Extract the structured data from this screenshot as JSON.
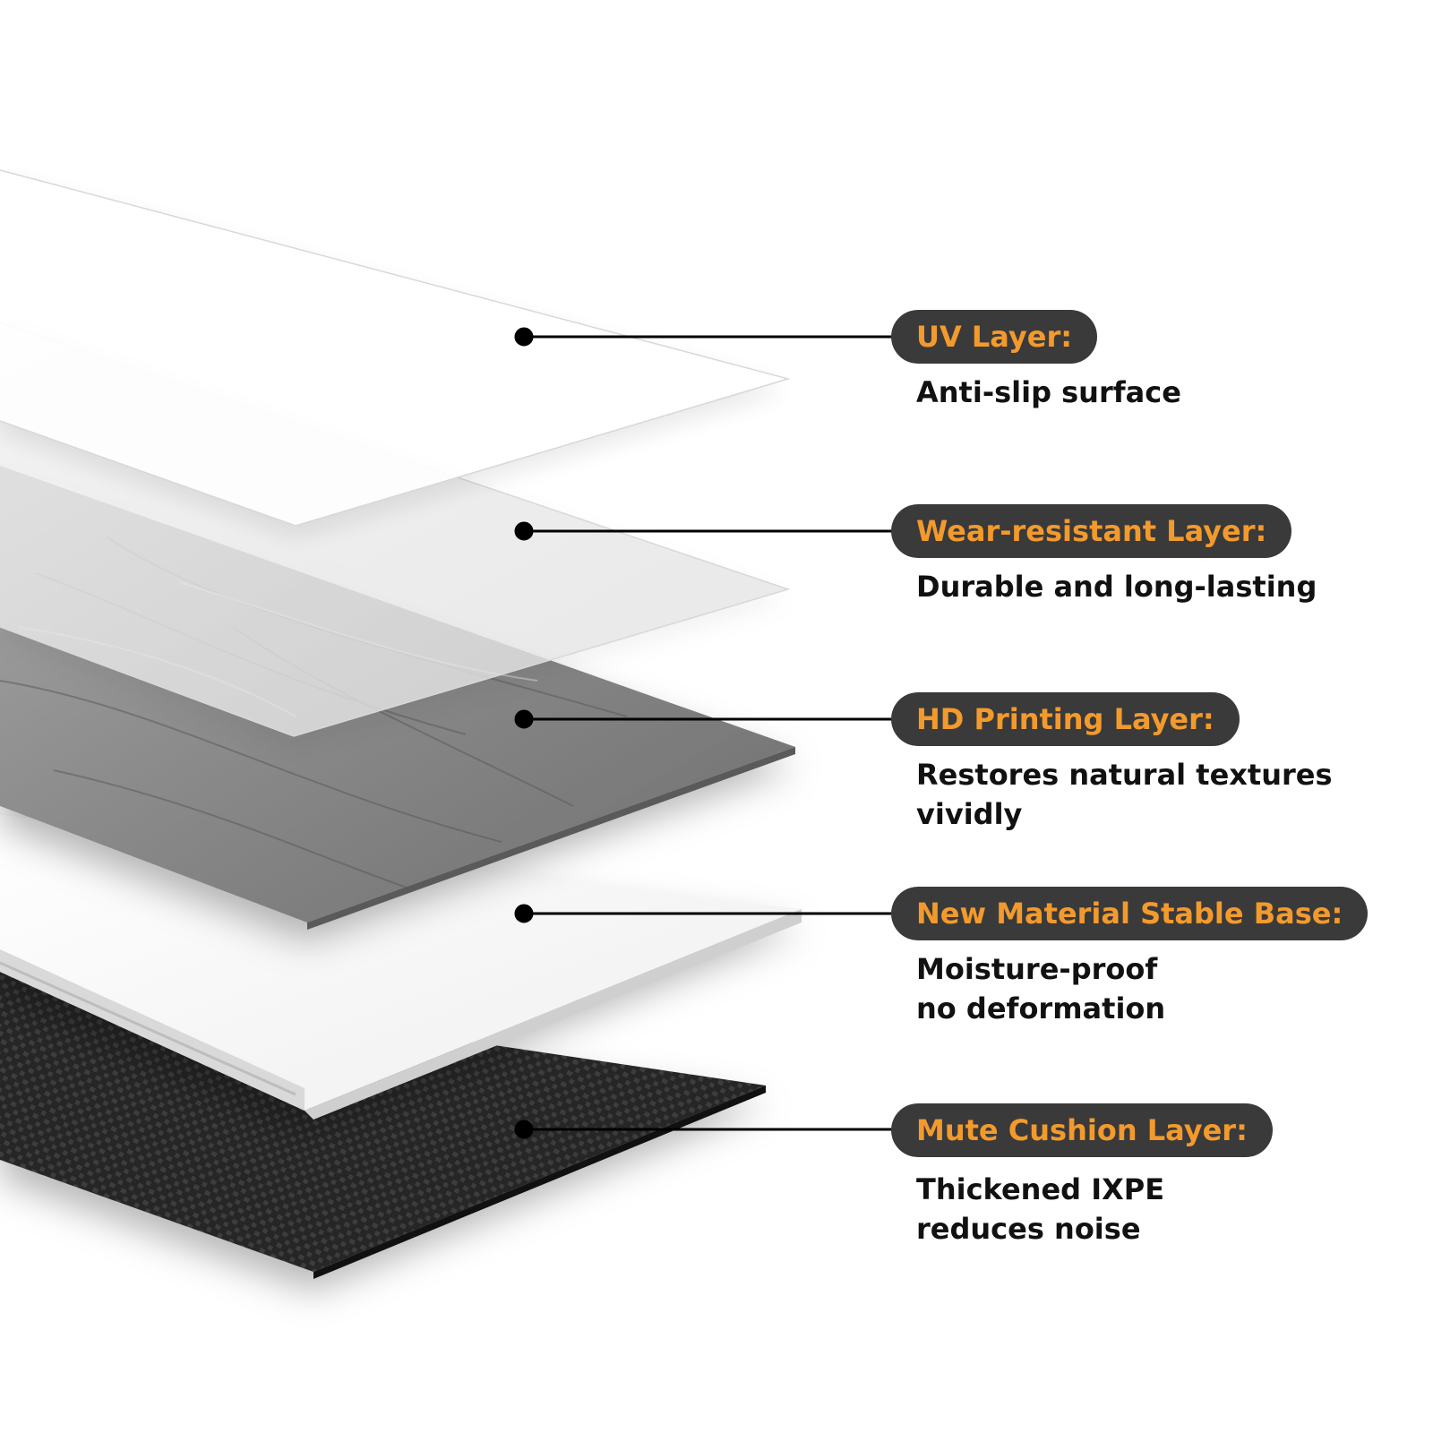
{
  "layers": [
    {
      "title": "UV Layer:",
      "description": [
        "Anti-slip surface"
      ]
    },
    {
      "title": "Wear-resistant Layer:",
      "description": [
        "Durable and long-lasting"
      ]
    },
    {
      "title": "HD Printing Layer:",
      "description": [
        "Restores natural textures",
        "vividly"
      ]
    },
    {
      "title": "New Material Stable Base:",
      "description": [
        "Moisture-proof",
        "no deformation"
      ]
    },
    {
      "title": "Mute Cushion Layer:",
      "description": [
        "Thickened IXPE",
        "reduces noise"
      ]
    }
  ],
  "colors": {
    "pill_background": "#3a3a3a",
    "pill_text": "#f39a2d",
    "description_text": "#111111",
    "leader_line": "#000000"
  }
}
